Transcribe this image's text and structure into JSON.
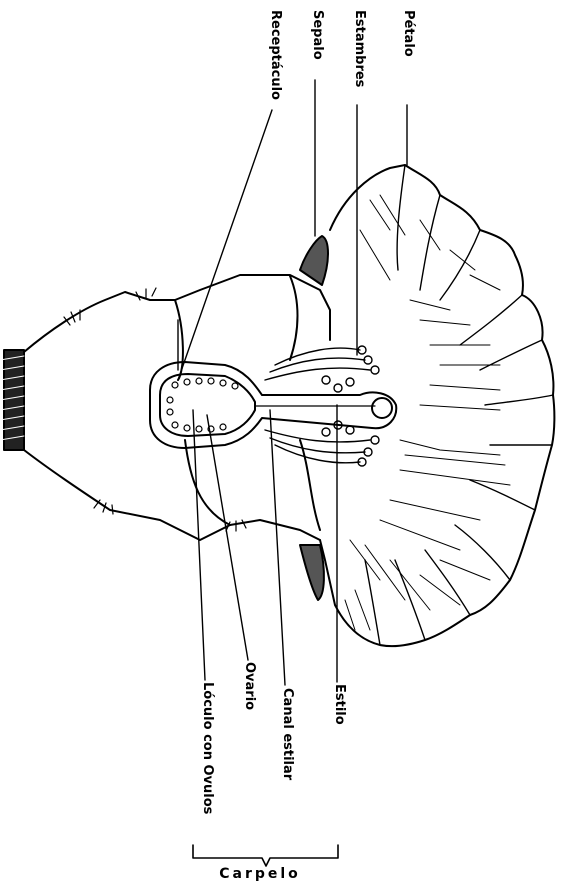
{
  "labels": {
    "petalo": "Pétalo",
    "estambres": "Estambres",
    "sepalo": "Sepalo",
    "receptaculo": "Receptáculo",
    "estilo": "Estilo",
    "canal_estilar": "Canal estilar",
    "ovario": "Ovario",
    "loculo": "Lóculo con Ovulos",
    "carpelo": "Carpelo"
  }
}
